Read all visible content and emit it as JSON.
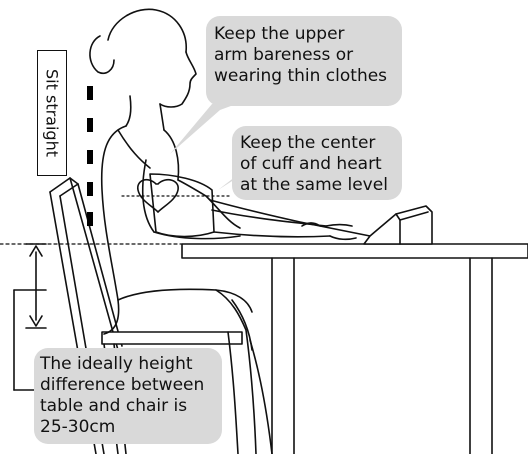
{
  "callouts": {
    "arm": [
      "Keep the upper",
      "arm bareness or",
      "wearing thin clothes"
    ],
    "cuff": [
      "Keep the center",
      "of cuff and heart",
      "at the same level"
    ],
    "height": [
      "The ideally height",
      "difference between",
      "table and chair is",
      "25-30cm"
    ]
  },
  "posture_label": "Sit straight",
  "colors": {
    "bubble": "#d9d9d9",
    "line": "#111111",
    "background": "#ffffff"
  },
  "icons": [
    "heart-icon",
    "blood-pressure-monitor",
    "height-arrow"
  ]
}
